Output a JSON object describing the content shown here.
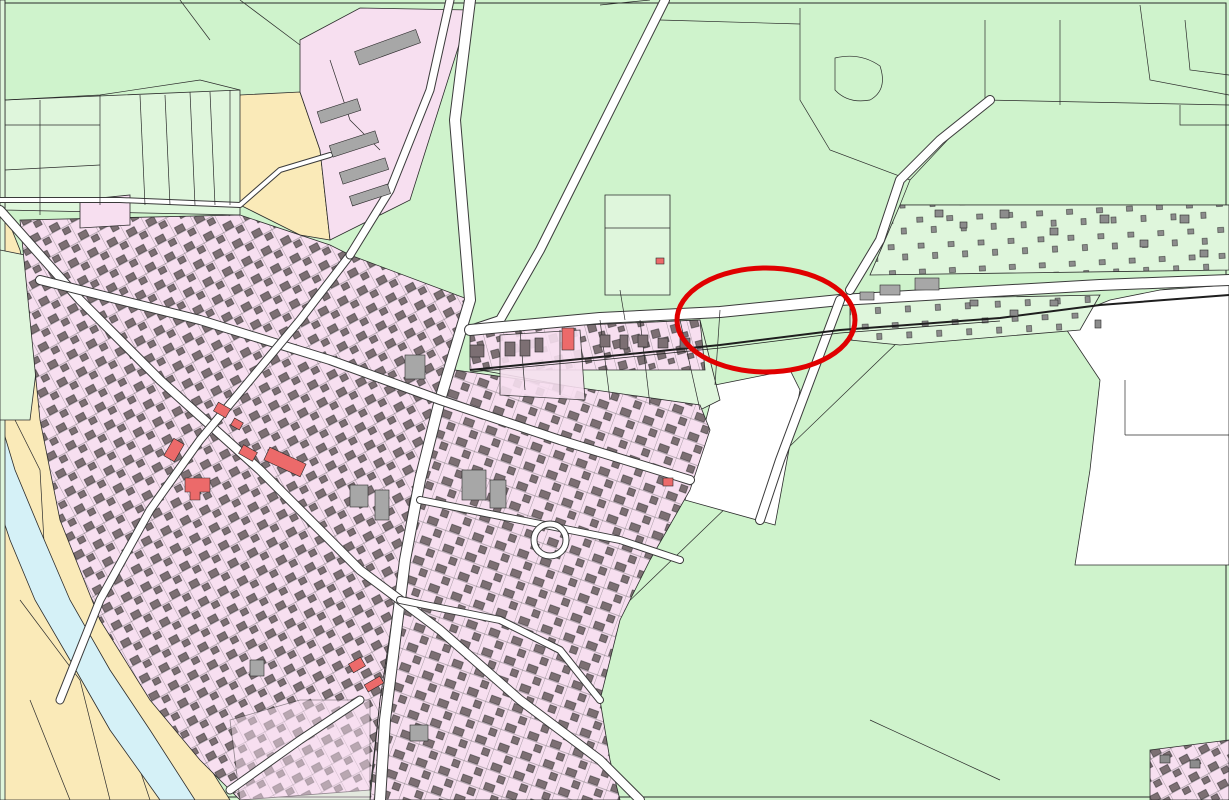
{
  "map": {
    "colors": {
      "background": "#ffffff",
      "forest": "#cff3cc",
      "forest_light": "#dff6dc",
      "residential": "#f7dff0",
      "agricultural": "#faeab8",
      "water": "#d5f1f7",
      "building": "#7c6f73",
      "building_light": "#a7a7a7",
      "building_highlight": "#ec6a6a",
      "road": "#ffffff",
      "outline": "#2b2b2b",
      "annotation": "#e00000"
    },
    "layers": [
      "forest-zone",
      "residential-zone",
      "agricultural-zone",
      "water-bodies",
      "roads",
      "buildings",
      "parcel-boundaries"
    ],
    "annotation": {
      "shape": "ellipse",
      "color": "#e00000"
    }
  }
}
